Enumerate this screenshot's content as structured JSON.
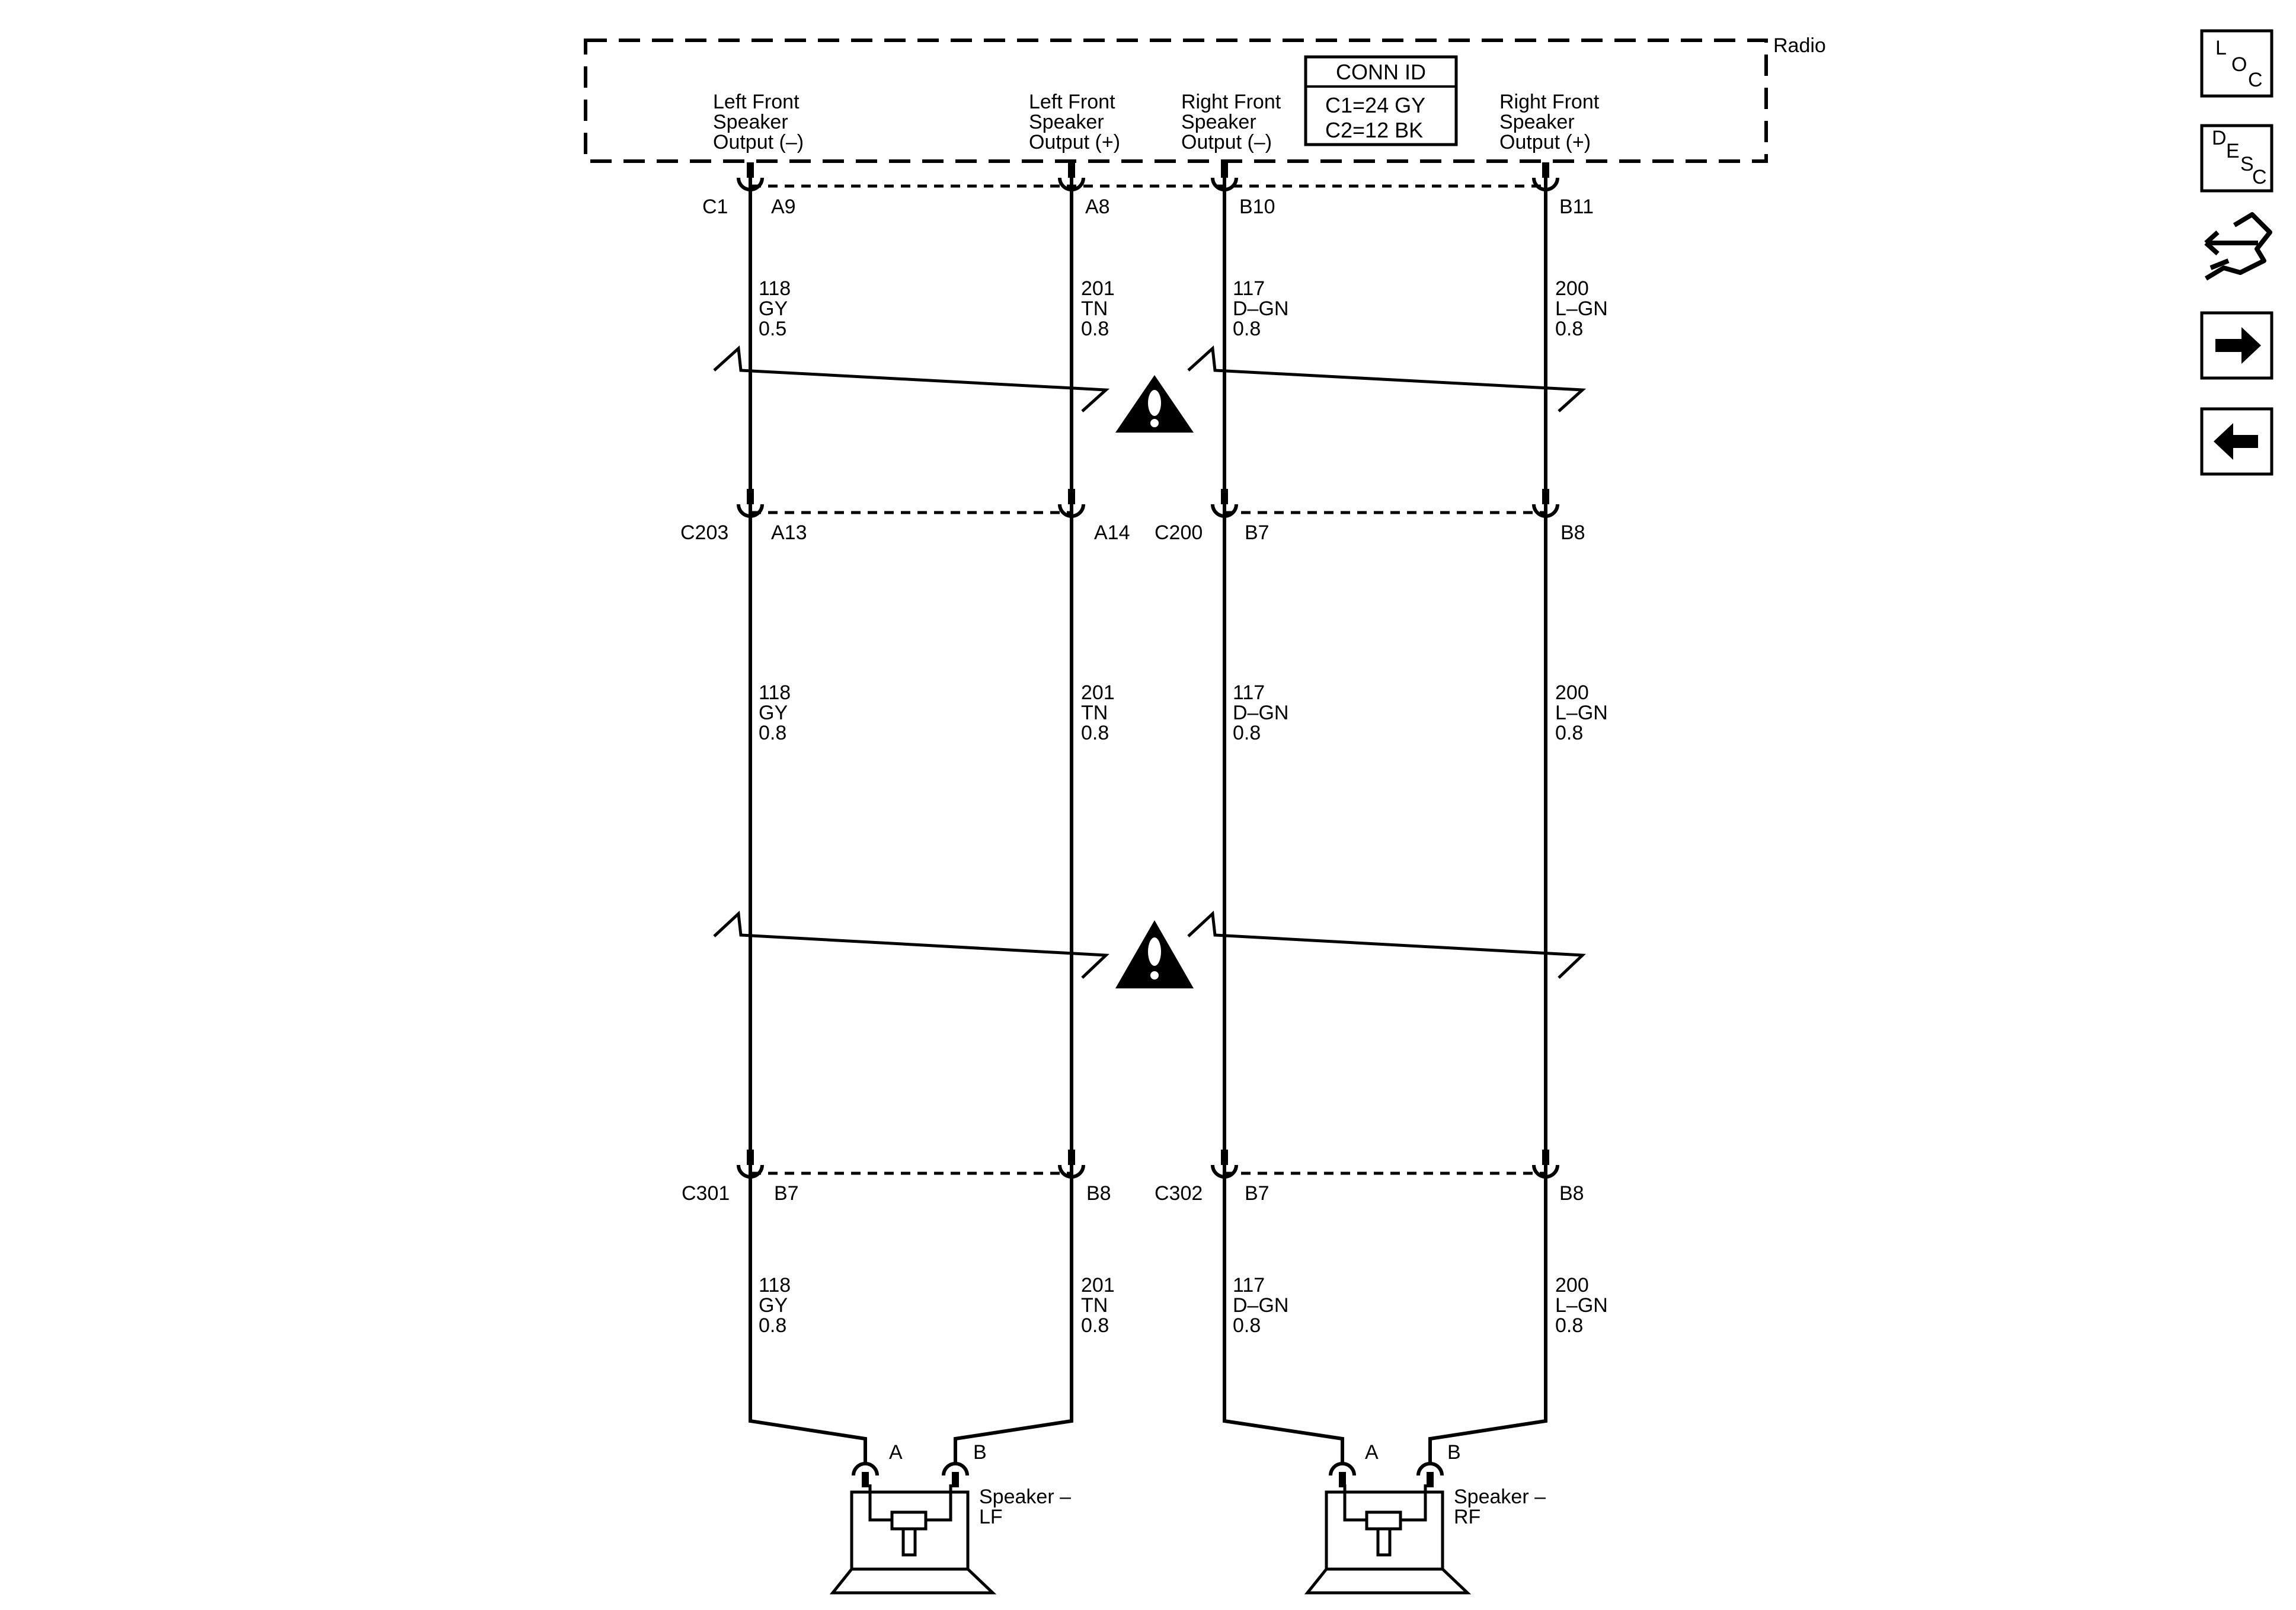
{
  "radio": {
    "name": "Radio",
    "outputs": [
      [
        "Left Front",
        "Speaker",
        "Output (–)"
      ],
      [
        "Left Front",
        "Speaker",
        "Output (+)"
      ],
      [
        "Right Front",
        "Speaker",
        "Output (–)"
      ],
      [
        "Right Front",
        "Speaker",
        "Output (+)"
      ]
    ]
  },
  "conn_id": {
    "title": "CONN ID",
    "lines": [
      "C1=24 GY",
      "C2=12 BK"
    ]
  },
  "connectors": {
    "row1": {
      "left_name": "C1",
      "pins": [
        "A9",
        "A8",
        "B10",
        "B11"
      ]
    },
    "row2": {
      "left_name": "C203",
      "right_name": "C200",
      "pins": [
        "A13",
        "A14",
        "B7",
        "B8"
      ]
    },
    "row3": {
      "left_name": "C301",
      "right_name": "C302",
      "pins": [
        "B7",
        "B8",
        "B7",
        "B8"
      ]
    }
  },
  "wires": {
    "seg1": [
      [
        "118",
        "GY",
        "0.5"
      ],
      [
        "201",
        "TN",
        "0.8"
      ],
      [
        "117",
        "D–GN",
        "0.8"
      ],
      [
        "200",
        "L–GN",
        "0.8"
      ]
    ],
    "seg2": [
      [
        "118",
        "GY",
        "0.8"
      ],
      [
        "201",
        "TN",
        "0.8"
      ],
      [
        "117",
        "D–GN",
        "0.8"
      ],
      [
        "200",
        "L–GN",
        "0.8"
      ]
    ],
    "seg3": [
      [
        "118",
        "GY",
        "0.8"
      ],
      [
        "201",
        "TN",
        "0.8"
      ],
      [
        "117",
        "D–GN",
        "0.8"
      ],
      [
        "200",
        "L–GN",
        "0.8"
      ]
    ]
  },
  "speakers": [
    {
      "pin_a": "A",
      "pin_b": "B",
      "label": [
        "Speaker –",
        "LF"
      ]
    },
    {
      "pin_a": "A",
      "pin_b": "B",
      "label": [
        "Speaker –",
        "RF"
      ]
    }
  ],
  "nav_icons": [
    "loc-icon",
    "desc-icon",
    "harness-icon",
    "next-arrow-icon",
    "back-arrow-icon"
  ],
  "nav_text": {
    "loc": [
      "L",
      "O",
      "C"
    ],
    "desc": [
      "D",
      "E",
      "S",
      "C"
    ]
  }
}
